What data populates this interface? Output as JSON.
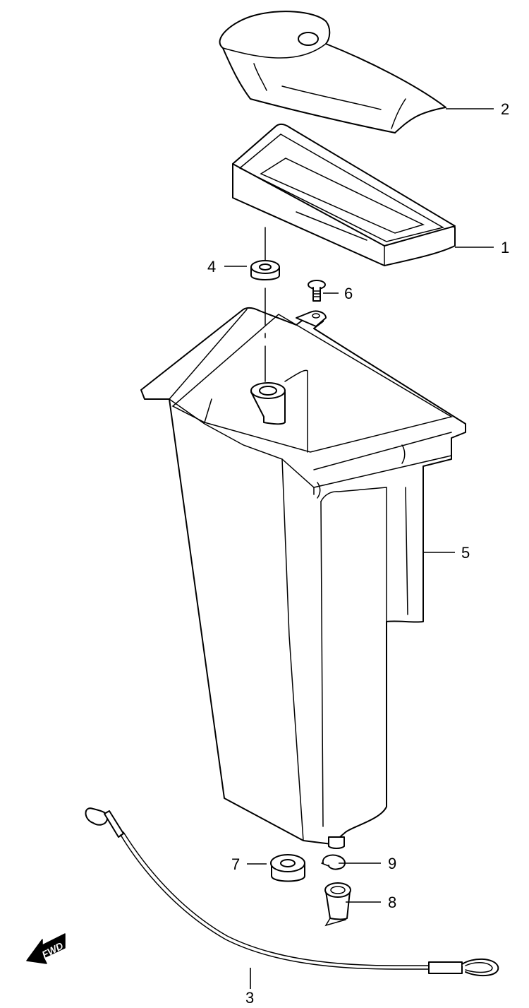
{
  "callouts": [
    {
      "id": "1",
      "label": "1"
    },
    {
      "id": "2",
      "label": "2"
    },
    {
      "id": "3",
      "label": "3"
    },
    {
      "id": "4",
      "label": "4"
    },
    {
      "id": "5",
      "label": "5"
    },
    {
      "id": "6",
      "label": "6"
    },
    {
      "id": "7",
      "label": "7"
    },
    {
      "id": "8",
      "label": "8"
    },
    {
      "id": "9",
      "label": "9"
    }
  ],
  "fwd_arrow": {
    "label": "FWD",
    "icon": "fwd-arrow-icon"
  }
}
